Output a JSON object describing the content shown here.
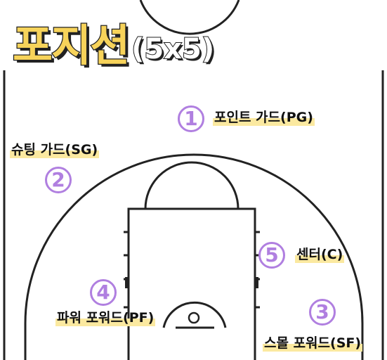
{
  "title": {
    "main": "포지션",
    "sub": "(5x5)"
  },
  "positions": [
    {
      "number": "1",
      "label": "포인트 가드(PG)"
    },
    {
      "number": "2",
      "label": "슈팅 가드(SG)"
    },
    {
      "number": "3",
      "label": "스몰 포워드(SF)"
    },
    {
      "number": "4",
      "label": "파워 포워드(PF)"
    },
    {
      "number": "5",
      "label": "센터(C)"
    }
  ],
  "colors": {
    "line": "#222222",
    "circle": "#b07fe0",
    "highlight": "#fbe9a0",
    "title_fill": "#f7d35a"
  }
}
